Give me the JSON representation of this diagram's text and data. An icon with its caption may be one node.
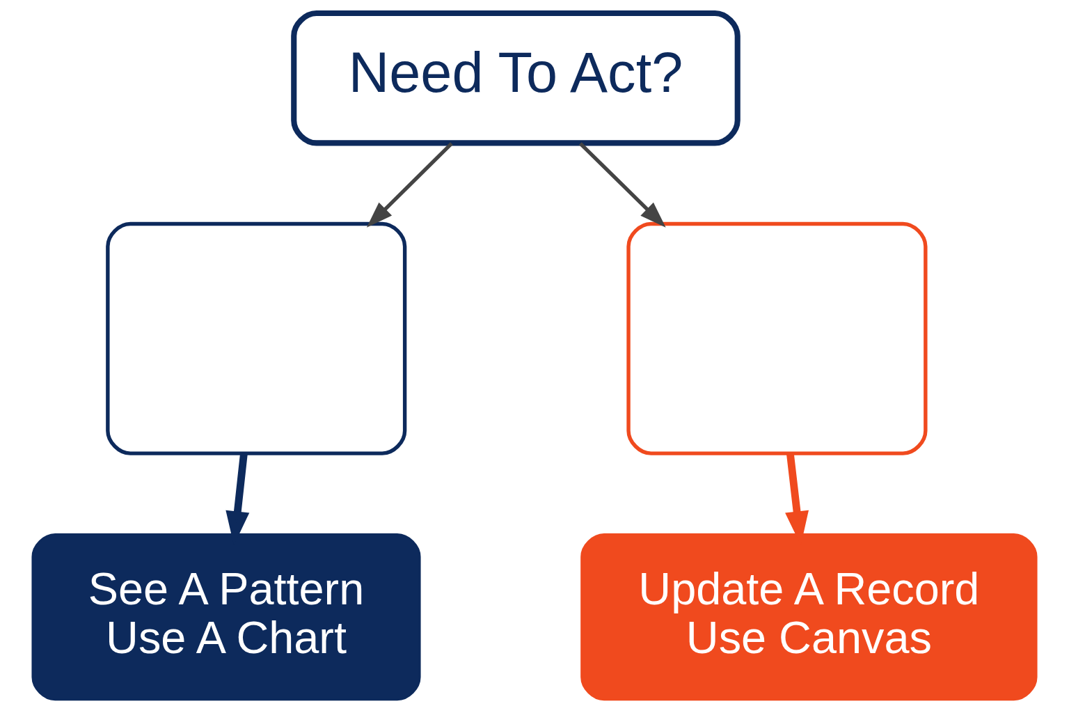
{
  "diagram": {
    "nodes": [
      {
        "text": [
          "Need To Act?"
        ]
      },
      {
        "text": [],
        "shape": "box"
      },
      {
        "text": [],
        "shape": "box"
      },
      {
        "text": [
          "See A Pattern",
          "Use A Chart"
        ]
      },
      {
        "text": [
          "Update A Record",
          "Use Canvas"
        ]
      }
    ],
    "edges": [
      {
        "from": 0,
        "to": 1,
        "arrow": "to",
        "color": "#444444"
      },
      {
        "from": 0,
        "to": 2,
        "arrow": "to",
        "color": "#444444"
      },
      {
        "from": 1,
        "to": 3,
        "arrow": "to",
        "style": "thick",
        "color": "#0d2a5c"
      },
      {
        "from": 2,
        "to": 4,
        "arrow": "to",
        "style": "thick",
        "color": "#f04a1e"
      }
    ]
  }
}
